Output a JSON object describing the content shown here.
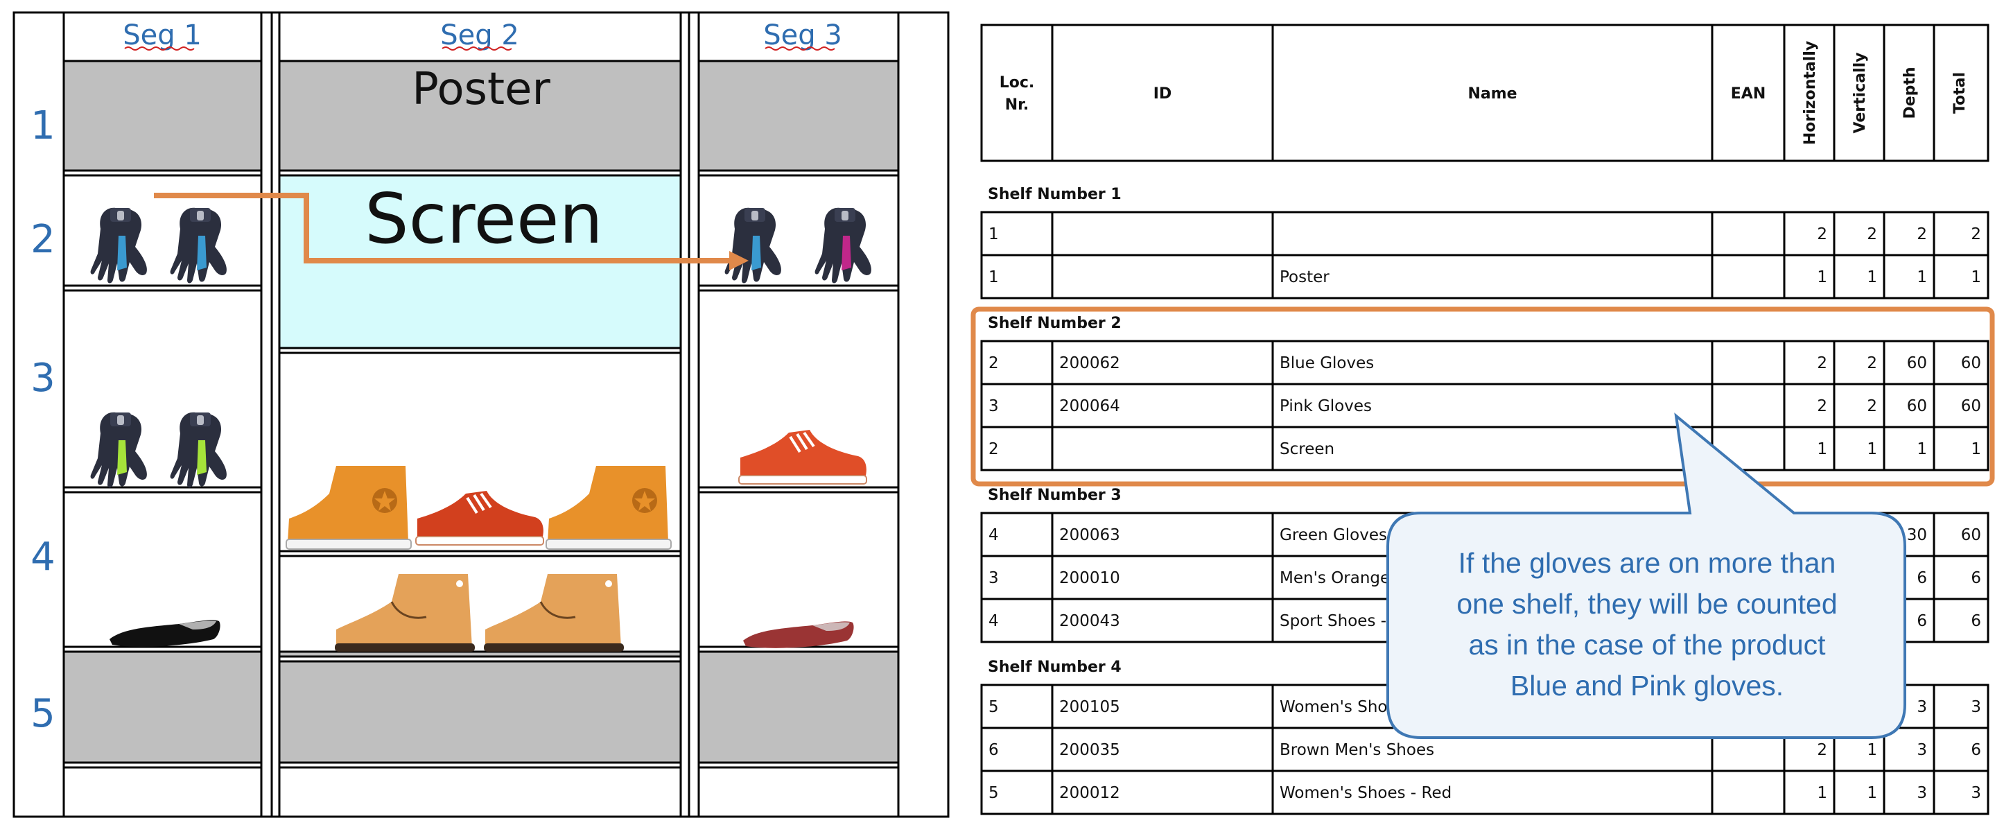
{
  "diagram": {
    "segments": [
      "Seg 1",
      "Seg 2",
      "Seg 3"
    ],
    "shelf_numbers": [
      "1",
      "2",
      "3",
      "4",
      "5"
    ],
    "poster_label": "Poster",
    "screen_label": "Screen"
  },
  "table": {
    "headers": {
      "loc_line1": "Loc.",
      "loc_line2": "Nr.",
      "id": "ID",
      "name": "Name",
      "ean": "EAN",
      "horizontally": "Horizontally",
      "vertically": "Vertically",
      "depth": "Depth",
      "total": "Total"
    },
    "sections": [
      {
        "title": "Shelf Number 1",
        "rows": [
          {
            "loc": "1",
            "id": "",
            "name": "",
            "ean": "",
            "h": "2",
            "v": "2",
            "d": "2",
            "t": "2"
          },
          {
            "loc": "1",
            "id": "",
            "name": "Poster",
            "ean": "",
            "h": "1",
            "v": "1",
            "d": "1",
            "t": "1"
          }
        ]
      },
      {
        "title": "Shelf Number 2",
        "rows": [
          {
            "loc": "2",
            "id": "200062",
            "name": "Blue Gloves",
            "ean": "",
            "h": "2",
            "v": "2",
            "d": "60",
            "t": "60"
          },
          {
            "loc": "3",
            "id": "200064",
            "name": "Pink Gloves",
            "ean": "",
            "h": "2",
            "v": "2",
            "d": "60",
            "t": "60"
          },
          {
            "loc": "2",
            "id": "",
            "name": "Screen",
            "ean": "",
            "h": "1",
            "v": "1",
            "d": "1",
            "t": "1"
          }
        ]
      },
      {
        "title": "Shelf Number 3",
        "rows": [
          {
            "loc": "4",
            "id": "200063",
            "name": "Green Gloves",
            "ean": "",
            "h": "",
            "v": "",
            "d": "30",
            "t": "60"
          },
          {
            "loc": "3",
            "id": "200010",
            "name": "Men's Orange",
            "ean": "",
            "h": "",
            "v": "",
            "d": "6",
            "t": "6"
          },
          {
            "loc": "4",
            "id": "200043",
            "name": "Sport Shoes - R",
            "ean": "",
            "h": "",
            "v": "",
            "d": "6",
            "t": "6"
          }
        ]
      },
      {
        "title": "Shelf Number 4",
        "rows": [
          {
            "loc": "5",
            "id": "200105",
            "name": "Women's Shoe",
            "ean": "",
            "h": "",
            "v": "",
            "d": "3",
            "t": "3"
          },
          {
            "loc": "6",
            "id": "200035",
            "name": "Brown Men's Shoes",
            "ean": "",
            "h": "2",
            "v": "1",
            "d": "3",
            "t": "6"
          },
          {
            "loc": "5",
            "id": "200012",
            "name": "Women's Shoes - Red",
            "ean": "",
            "h": "1",
            "v": "1",
            "d": "3",
            "t": "3"
          }
        ]
      }
    ]
  },
  "callout": {
    "lines": [
      "If the gloves are on more than",
      "one shelf, they will be counted",
      "as in the case of the product",
      "Blue and Pink gloves."
    ]
  },
  "colors": {
    "accent_blue": "#2f6db0",
    "highlight_orange": "#e0894a",
    "callout_fill": "#eef4fa",
    "shelf_grey": "#bfbfbf",
    "screen_cyan": "#d6fbfc"
  },
  "icons": {
    "gloves": [
      "blue-gloves-icon",
      "green-gloves-icon",
      "pink-gloves-icon"
    ],
    "shoes": [
      "orange-sneaker-icon",
      "red-sneaker-icon",
      "brown-boot-icon",
      "black-flat-shoe-icon",
      "red-flat-shoe-icon"
    ]
  }
}
